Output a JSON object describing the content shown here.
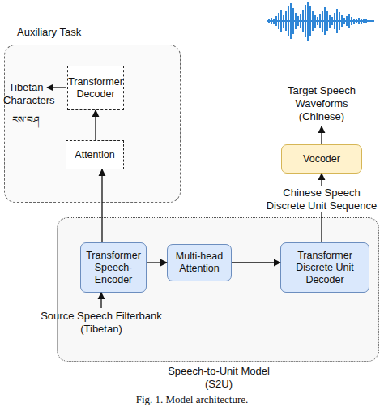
{
  "diagram": {
    "caption": "Fig. 1. Model architecture.",
    "nodes": [
      {
        "text": [
          "Auxiliary Task"
        ]
      },
      {
        "text": [
          "Transformer Decoder"
        ],
        "in": 0
      },
      {
        "text": [
          "Attention"
        ],
        "in": 0
      },
      {
        "text": [
          "Speech-to-Unit Model (S2U)"
        ]
      },
      {
        "text": [
          "Transformer Speech-Encoder"
        ],
        "in": 3
      },
      {
        "text": [
          "Multi-head Attention"
        ],
        "in": 3
      },
      {
        "text": [
          "Transformer Discrete Unit Decoder"
        ],
        "in": 3
      },
      {
        "text": [
          "Vocoder"
        ]
      }
    ],
    "edges": [
      {
        "from": 4,
        "to": 5,
        "arrow": "to"
      },
      {
        "from": 5,
        "to": 6,
        "arrow": "to"
      },
      {
        "from": 6,
        "to": 7,
        "arrow": "to",
        "label": "Chinese Speech Discrete Unit Sequence"
      },
      {
        "from": 4,
        "to": 2,
        "arrow": "to"
      },
      {
        "from": 2,
        "to": 1,
        "arrow": "to"
      }
    ],
    "labels": [
      "Tibetan Characters",
      "རས་བཤ",
      "Target Speech Waveforms (Chinese)",
      "Source Speech Filterbank (Tibetan)"
    ]
  }
}
